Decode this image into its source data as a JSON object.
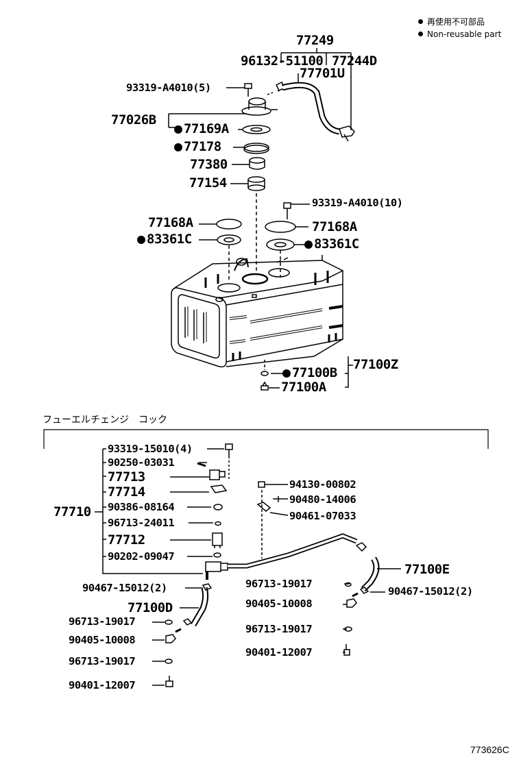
{
  "legend": {
    "jp": "再使用不可部品",
    "en": "Non-reusable part"
  },
  "section_title": "フューエルチェンジ　コック",
  "illustration_code": "773626C",
  "tank_parts": {
    "p77249": "77249",
    "p96132": "96132-51100",
    "p77244D": "77244D",
    "p77701U": "77701U",
    "p93319_5": "93319-A4010(5)",
    "p77026B": "77026B",
    "p77169A": "77169A",
    "p77178": "77178",
    "p77380": "77380",
    "p77154": "77154",
    "p93319_10": "93319-A4010(10)",
    "p77168A_l": "77168A",
    "p83361C_l": "83361C",
    "p77168A_r": "77168A",
    "p83361C_r": "83361C",
    "p77100B": "77100B",
    "p77100A": "77100A",
    "p77100Z": "77100Z"
  },
  "cock_parts": {
    "p93319_15010": "93319-15010(4)",
    "p90250": "90250-03031",
    "p77713": "77713",
    "p77714": "77714",
    "p77710": "77710",
    "p90386": "90386-08164",
    "p96713_24011": "96713-24011",
    "p77712": "77712",
    "p90202": "90202-09047",
    "p94130": "94130-00802",
    "p90480": "90480-14006",
    "p90461": "90461-07033",
    "p90467_l": "90467-15012(2)",
    "p77100D": "77100D",
    "p96713_l1": "96713-19017",
    "p90405_l": "90405-10008",
    "p96713_l2": "96713-19017",
    "p90401_l": "90401-12007",
    "p77100E": "77100E",
    "p96713_r1": "96713-19017",
    "p90467_r": "90467-15012(2)",
    "p90405_r": "90405-10008",
    "p96713_r2": "96713-19017",
    "p90401_r": "90401-12007"
  }
}
